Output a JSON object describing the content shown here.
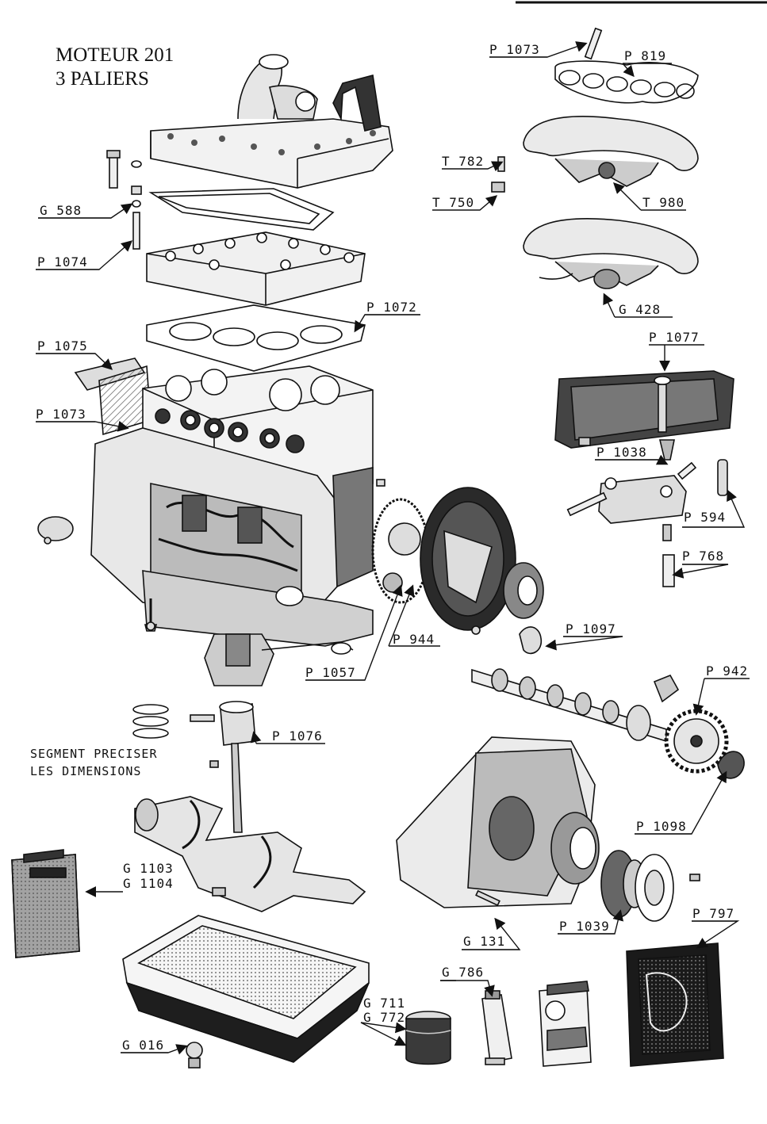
{
  "title": {
    "line1": "MOTEUR 201",
    "line2": "3 PALIERS"
  },
  "note": {
    "line1": "SEGMENT PRECISER",
    "line2": "LES DIMENSIONS"
  },
  "labels": {
    "p1073_top": "P 1073",
    "p819": "P 819",
    "t782": "T 782",
    "t750": "T 750",
    "t980": "T 980",
    "g588": "G 588",
    "p1074": "P 1074",
    "g428": "G 428",
    "p1072": "P 1072",
    "p1075": "P 1075",
    "p1077": "P 1077",
    "p1073_mid": "P 1073",
    "p1038": "P 1038",
    "p594": "P 594",
    "p768": "P 768",
    "p1097": "P 1097",
    "p944": "P 944",
    "p1057": "P 1057",
    "p942": "P 942",
    "p1076": "P 1076",
    "p1098": "P 1098",
    "g1103": "G 1103",
    "g1104": "G 1104",
    "p1039": "P 1039",
    "g131": "G 131",
    "p797": "P 797",
    "g786": "G 786",
    "g711": "G 711",
    "g772": "G 772",
    "g016": "G 016"
  },
  "colors": {
    "ink": "#111111",
    "paper": "#ffffff",
    "shade": "#6e6e6e",
    "dark": "#2a2a2a"
  }
}
